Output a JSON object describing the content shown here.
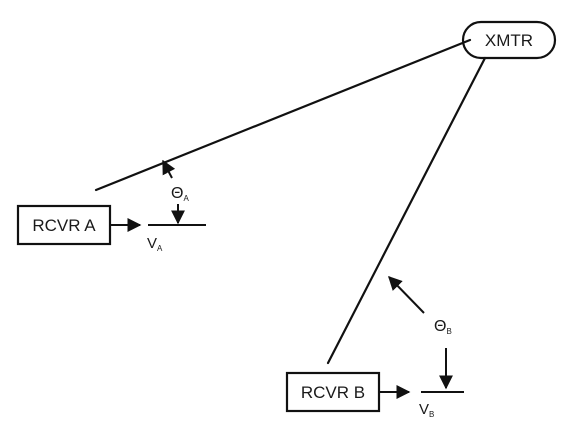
{
  "transmitter": {
    "label": "XMTR"
  },
  "receiver_a": {
    "label": "RCVR A",
    "angle_symbol": "Θ",
    "angle_subscript": "A",
    "voltage_symbol": "V",
    "voltage_subscript": "A"
  },
  "receiver_b": {
    "label": "RCVR B",
    "angle_symbol": "Θ",
    "angle_subscript": "B",
    "voltage_symbol": "V",
    "voltage_subscript": "B"
  },
  "colors": {
    "stroke": "#111111",
    "text": "#1a1a1a",
    "background": "#ffffff"
  }
}
